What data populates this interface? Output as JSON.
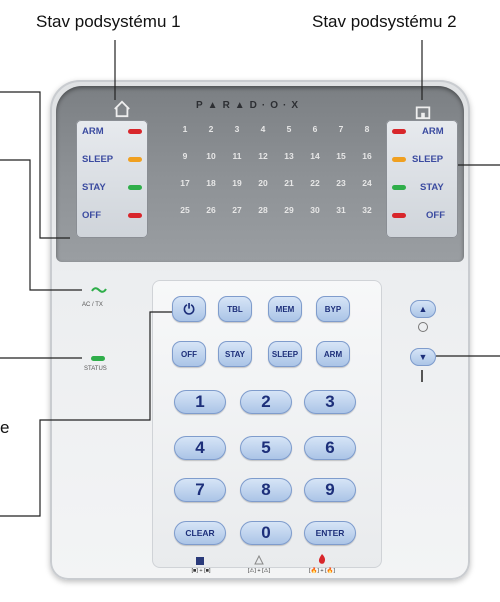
{
  "captions": {
    "subsystem1": "Stav podsystému 1",
    "subsystem2": "Stav podsystému 2",
    "left_partial": "e"
  },
  "brand": "P▲R▲D·O·X",
  "status_labels_left": [
    "ARM",
    "SLEEP",
    "STAY",
    "OFF"
  ],
  "status_labels_right": [
    "ARM",
    "SLEEP",
    "STAY",
    "OFF"
  ],
  "status_colors": {
    "arm": "#d8262b",
    "sleep": "#f0a020",
    "stay": "#2fae4a",
    "off": "#d8262b"
  },
  "zones": [
    "1",
    "2",
    "3",
    "4",
    "5",
    "6",
    "7",
    "8",
    "9",
    "10",
    "11",
    "12",
    "13",
    "14",
    "15",
    "16",
    "17",
    "18",
    "19",
    "20",
    "21",
    "22",
    "23",
    "24",
    "25",
    "26",
    "27",
    "28",
    "29",
    "30",
    "31",
    "32"
  ],
  "indicators": {
    "ac_label": "AC / TX",
    "status_label": "STATUS"
  },
  "keys": {
    "row1": [
      "⏻",
      "TBL",
      "MEM",
      "BYP"
    ],
    "row2": [
      "OFF",
      "STAY",
      "SLEEP",
      "ARM"
    ],
    "row3": [
      "1",
      "2",
      "3"
    ],
    "row4": [
      "4",
      "5",
      "6"
    ],
    "row5": [
      "7",
      "8",
      "9"
    ],
    "row6": [
      "CLEAR",
      "0",
      "ENTER"
    ]
  },
  "side": {
    "up": "▲",
    "down": "▼"
  },
  "bottom": [
    "[■] + [■]",
    "[⚠] + [⚠]",
    "[🔥] + [🔥]"
  ]
}
